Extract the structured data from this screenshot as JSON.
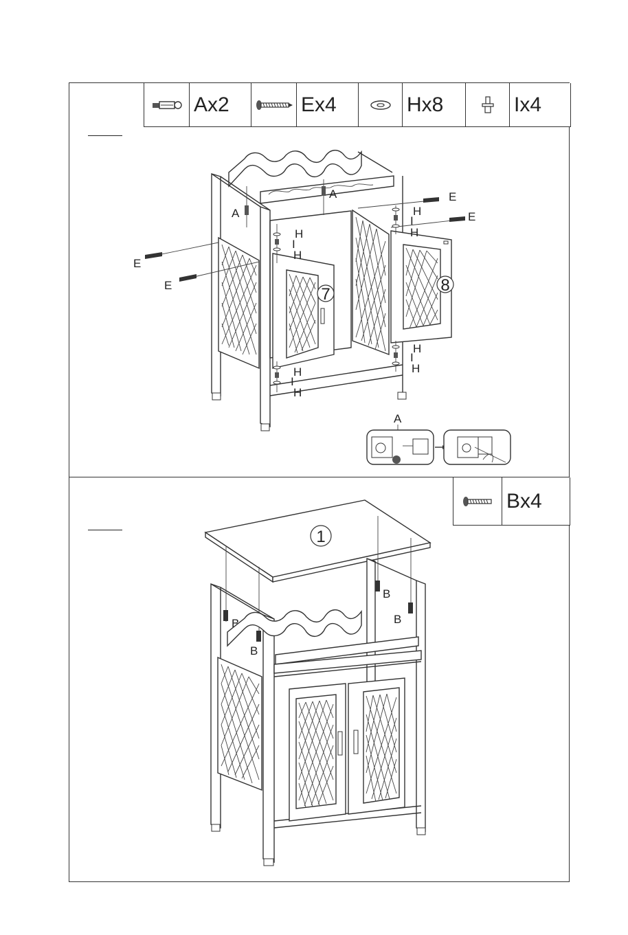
{
  "step1": {
    "parts": [
      {
        "icon": "cam-bolt-icon",
        "label": "Ax2"
      },
      {
        "icon": "wood-screw-icon",
        "label": "Ex4"
      },
      {
        "icon": "washer-icon",
        "label": "Hx8"
      },
      {
        "icon": "hinge-pin-icon",
        "label": "Ix4"
      }
    ],
    "callouts": {
      "a1": "A",
      "a2": "A",
      "a_detail": "A",
      "e1": "E",
      "e2": "E",
      "e3": "E",
      "e4": "E",
      "h1": "H",
      "i1": "I",
      "h2": "H",
      "h3": "H",
      "i3": "I",
      "h4": "H",
      "h5": "H",
      "i5": "I",
      "h6": "H",
      "h7": "H",
      "i7": "I",
      "h8": "H"
    },
    "panel_numbers": {
      "left_door": "7",
      "right_door": "8"
    }
  },
  "step2": {
    "parts": [
      {
        "icon": "machine-screw-icon",
        "label": "Bx4"
      }
    ],
    "callouts": {
      "b1": "B",
      "b2": "B",
      "b3": "B",
      "b4": "B"
    },
    "panel_numbers": {
      "top_board": "1"
    }
  }
}
